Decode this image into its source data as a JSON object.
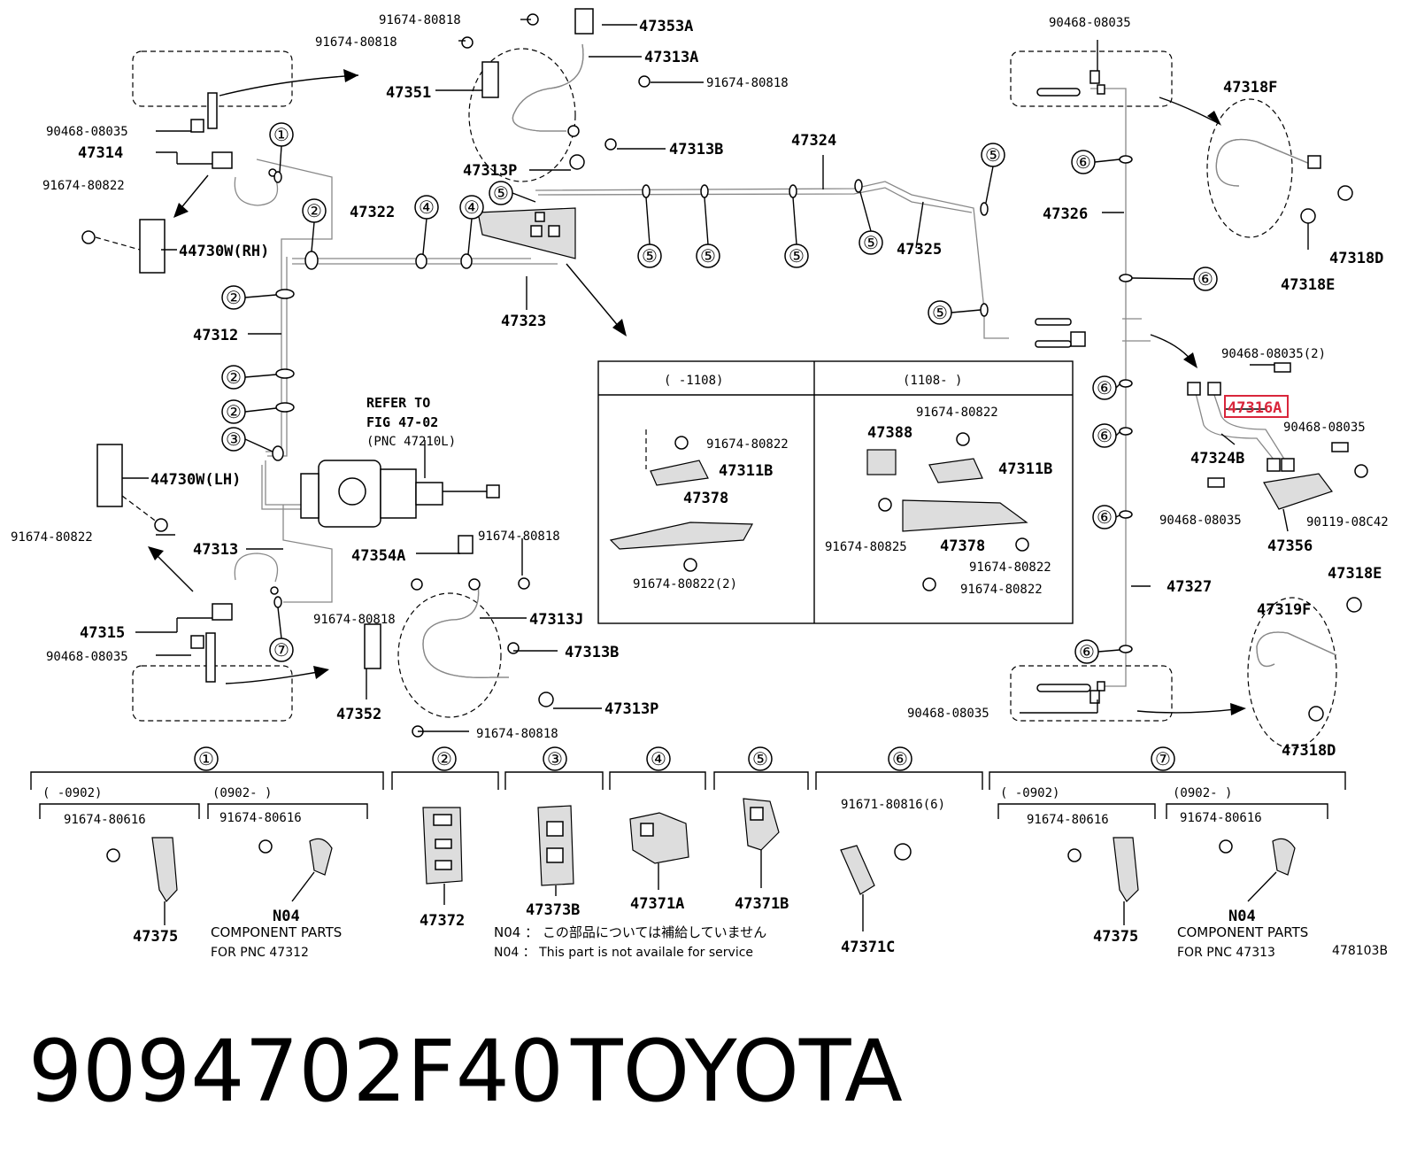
{
  "footer": {
    "part_number": "9094702F40",
    "brand": "TOYOTA",
    "figure_code": "478103B"
  },
  "highlight": {
    "part": "47316A",
    "color": "#d9263b"
  },
  "labels": {
    "p91674_80818_a": "91674-80818",
    "p47353A": "47353A",
    "p91674_80818_b": "91674-80818",
    "p47313A": "47313A",
    "p91674_80818_c": "91674-80818",
    "p47351": "47351",
    "p90468_08035_a": "90468-08035",
    "p47314": "47314",
    "p47313B_a": "47313B",
    "p47313P_a": "47313P",
    "p91674_80822_a": "91674-80822",
    "p44730W_RH": "44730W(RH)",
    "p47324": "47324",
    "p47322": "47322",
    "p47325": "47325",
    "p47312": "47312",
    "p47323": "47323",
    "refer_1": "REFER TO",
    "refer_2": "FIG 47-02",
    "refer_3": "(PNC 47210L)",
    "p44730W_LH": "44730W(LH)",
    "p91674_80822_b": "91674-80822",
    "p47313": "47313",
    "p47354A": "47354A",
    "p91674_80818_d": "91674-80818",
    "p91674_80818_e": "91674-80818",
    "p47313J": "47313J",
    "p47315": "47315",
    "p90468_08035_b": "90468-08035",
    "p47313B_b": "47313B",
    "p47352": "47352",
    "p47313P_b": "47313P",
    "p91674_80818_f": "91674-80818",
    "p90468_08035_c": "90468-08035",
    "p47318F": "47318F",
    "p47326": "47326",
    "p47318D_a": "47318D",
    "p47318E_a": "47318E",
    "p90468_08035_2": "90468-08035(2)",
    "p47316A": "47316A",
    "p90468_08035_d": "90468-08035",
    "p47324B": "47324B",
    "p90468_08035_e": "90468-08035",
    "p90119_08C42": "90119-08C42",
    "p47356": "47356",
    "p47318E_b": "47318E",
    "p47327": "47327",
    "p47319F": "47319F",
    "p90468_08035_f": "90468-08035",
    "p47318D_b": "47318D"
  },
  "inset": {
    "left_header": "(     -1108)",
    "right_header": "(1108-      )",
    "l_91674_80822": "91674-80822",
    "l_47311B": "47311B",
    "l_47378": "47378",
    "l_91674_80822_2": "91674-80822(2)",
    "r_91674_80822_a": "91674-80822",
    "r_47388": "47388",
    "r_47311B": "47311B",
    "r_91674_80825": "91674-80825",
    "r_47378": "47378",
    "r_91674_80822_b": "91674-80822",
    "r_91674_80822_c": "91674-80822"
  },
  "clips": {
    "c1": "①",
    "c2": "②",
    "c3": "③",
    "c4": "④",
    "c5": "⑤",
    "c6": "⑥",
    "c7": "⑦"
  },
  "bottom": {
    "g1_left_range": "(     -0902)",
    "g1_right_range": "(0902-      )",
    "g1_left_bolt": "91674-80616",
    "g1_right_bolt": "91674-80616",
    "g1_left_part": "47375",
    "g1_right_part": "N04",
    "g1_comp1": "COMPONENT PARTS",
    "g1_comp2": "FOR PNC 47312",
    "g2_part": "47372",
    "g3_part": "47373B",
    "g4_part": "47371A",
    "g5_part": "47371B",
    "g6_bolt": "91671-80816(6)",
    "g6_part": "47371C",
    "g7_left_range": "(     -0902)",
    "g7_right_range": "(0902-      )",
    "g7_left_bolt": "91674-80616",
    "g7_right_bolt": "91674-80616",
    "g7_left_part": "47375",
    "g7_right_part": "N04",
    "g7_comp1": "COMPONENT PARTS",
    "g7_comp2": "FOR PNC 47313",
    "note_jp": "N04 ： この部品については補給していません",
    "note_en": "N04 ： This part is not availale for service"
  }
}
